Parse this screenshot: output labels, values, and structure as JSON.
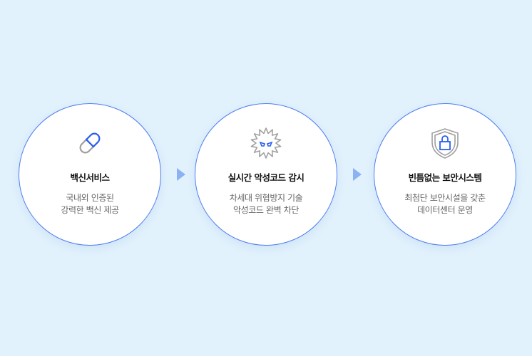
{
  "steps": [
    {
      "title": "백신서비스",
      "desc_line1": "국내외 인증된",
      "desc_line2": "강력한 백신 제공",
      "icon": "capsule-icon"
    },
    {
      "title": "실시간 악성코드 감시",
      "desc_line1": "차세대 위협방지 기술",
      "desc_line2": "악성코드 완벽 차단",
      "icon": "virus-icon"
    },
    {
      "title": "빈틈없는 보안시스템",
      "desc_line1": "최첨단 보안시설을 갖춘",
      "desc_line2": "데이터센터 운영",
      "icon": "shield-lock-icon"
    }
  ],
  "colors": {
    "accent": "#2a5ef0",
    "icon_gray": "#a0a0a0",
    "border": "#4d7cf0",
    "background": "#e2f2fd"
  }
}
